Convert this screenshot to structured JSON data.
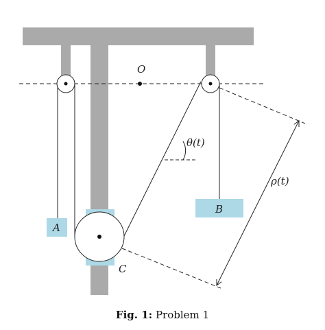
{
  "labels": {
    "O": "O",
    "A": "A",
    "B": "B",
    "C": "C",
    "theta": "θ(t)",
    "rho": "ρ(t)"
  },
  "caption": {
    "prefix": "Fig. 1:",
    "text": "Problem 1"
  },
  "colors": {
    "structure": "#aaaaaa",
    "block": "#add8e6",
    "line": "#222222"
  }
}
